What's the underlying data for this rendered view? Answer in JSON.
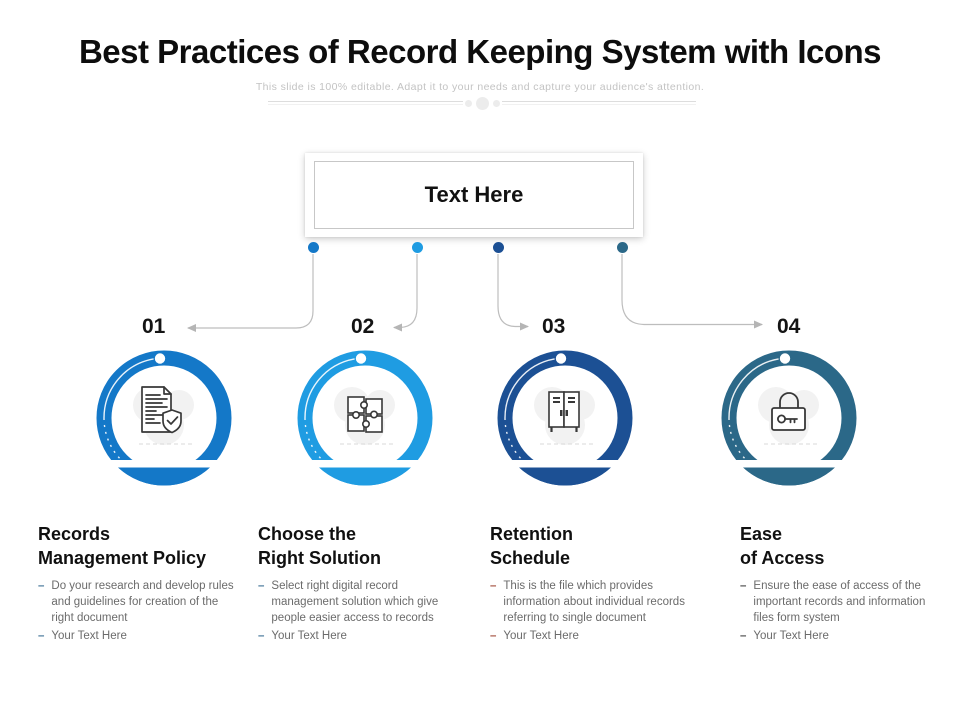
{
  "slide": {
    "title": "Best Practices of Record Keeping System with Icons",
    "subtitle": "This slide is 100% editable. Adapt it to your needs and capture your audience's attention.",
    "center_box_label": "Text Here",
    "bullet_marker": "–"
  },
  "colors": {
    "connector": "#bdbdbd",
    "icon_stroke": "#383838",
    "heading_text": "#101010",
    "body_text": "#6b6b6b",
    "subtitle_text": "#c3c3c3"
  },
  "steps": [
    {
      "number": "01",
      "heading_line1": "Records",
      "heading_line2": "Management Policy",
      "bullet1": "Do your research and develop rules and guidelines for creation of the right document",
      "bullet2": "Your Text Here",
      "icon": "document-shield-icon",
      "color": "#1478c8",
      "dash_color": "#4e7d9e"
    },
    {
      "number": "02",
      "heading_line1": "Choose the",
      "heading_line2": "Right Solution",
      "bullet1": "Select right digital record management solution which give people easier access to records",
      "bullet2": "Your Text Here",
      "icon": "puzzle-icon",
      "color": "#1f9ce2",
      "dash_color": "#4e7d9e"
    },
    {
      "number": "03",
      "heading_line1": "Retention",
      "heading_line2": "Schedule",
      "bullet1": "This is the file which provides information about individual records referring to single document",
      "bullet2": "Your Text Here",
      "icon": "locker-icon",
      "color": "#1c5094",
      "dash_color": "#a85a4a"
    },
    {
      "number": "04",
      "heading_line1": "Ease",
      "heading_line2": "of Access",
      "bullet1": "Ensure the ease of access of the important records and information files form system",
      "bullet2": "Your Text Here",
      "icon": "padlock-key-icon",
      "color": "#2b6888",
      "dash_color": "#555555"
    }
  ]
}
